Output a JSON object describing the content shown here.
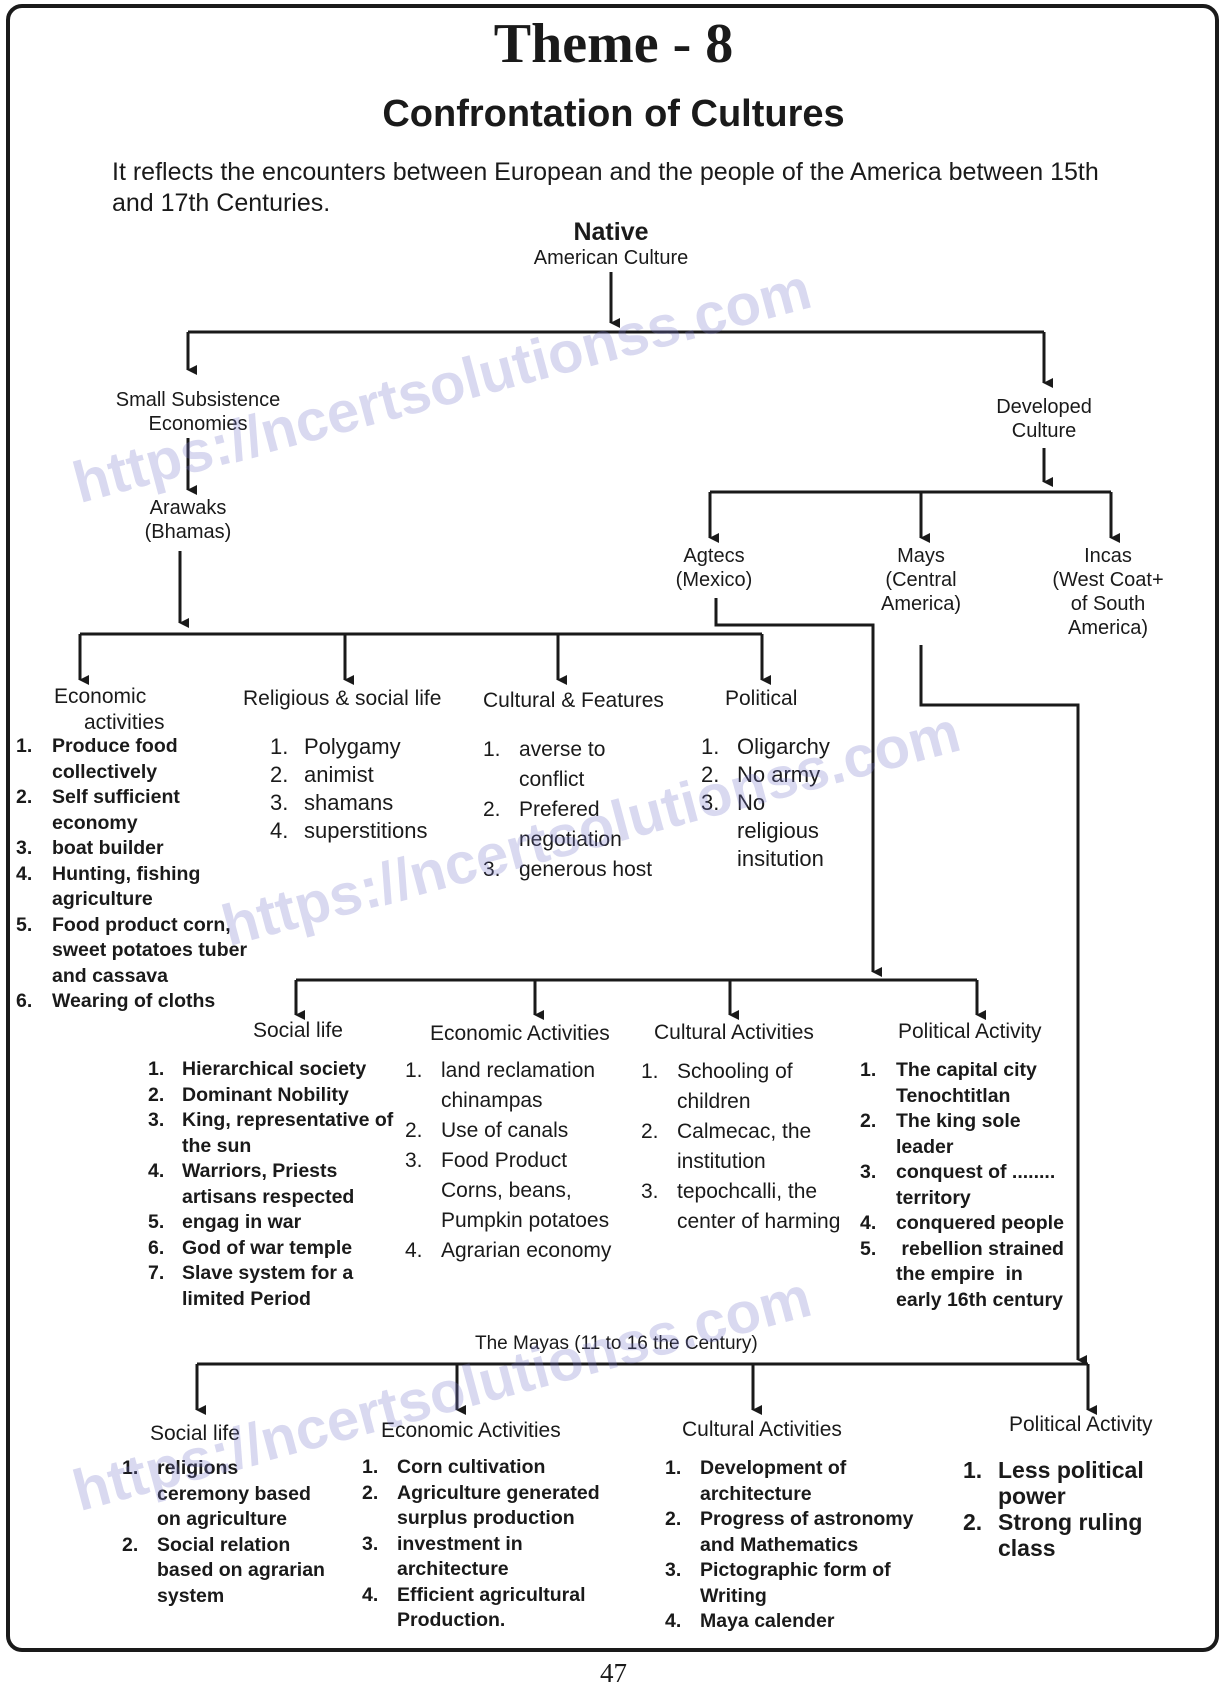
{
  "header": {
    "theme": "Theme - 8",
    "title": "Confrontation of Cultures",
    "intro_line1": "It reflects the encounters between European and the people of the America between 15th",
    "intro_line2": "and 17th Centuries."
  },
  "watermark": "https://ncertsolutionss.com",
  "root": {
    "line1": "Native",
    "line2": "American Culture"
  },
  "small": {
    "line1": "Small Subsistence",
    "line2": "Economies"
  },
  "developed": {
    "line1": "Developed",
    "line2": "Culture"
  },
  "arawaks": {
    "line1": "Arawaks",
    "line2": "(Bhamas)"
  },
  "aztecs": {
    "line1": "Agtecs",
    "line2": "(Mexico)"
  },
  "mayas": {
    "line1": "Mays",
    "line2": "(Central",
    "line3": "America)"
  },
  "incas": {
    "line1": "Incas",
    "line2": "(West Coat+",
    "line3": "of South",
    "line4": "America)"
  },
  "arawak_cols": {
    "economic": {
      "heading1": "Economic",
      "heading2": "activities",
      "items": [
        {
          "num": "1.",
          "l1": "Produce food",
          "l2": "collectively"
        },
        {
          "num": "2.",
          "l1": "Self sufficient",
          "l2": "economy"
        },
        {
          "num": "3.",
          "l1": "boat builder"
        },
        {
          "num": "4.",
          "l1": "Hunting, fishing",
          "l2": "agriculture"
        },
        {
          "num": "5.",
          "l1": "Food product corn,",
          "l2": "sweet potatoes tuber",
          "l3": "and cassava"
        },
        {
          "num": "6.",
          "l1": "Wearing of cloths"
        }
      ]
    },
    "religious": {
      "heading": "Religious & social  life",
      "items": [
        {
          "num": "1.",
          "l1": "Polygamy"
        },
        {
          "num": "2.",
          "l1": "animist"
        },
        {
          "num": "3.",
          "l1": "shamans"
        },
        {
          "num": "4.",
          "l1": "superstitions"
        }
      ]
    },
    "cultural": {
      "heading": "Cultural & Features",
      "items": [
        {
          "num": "1.",
          "l1": "averse to",
          "l2": "conflict"
        },
        {
          "num": "2.",
          "l1": "Prefered",
          "l2": "negotiation"
        },
        {
          "num": "3.",
          "l1": "generous host"
        }
      ]
    },
    "political": {
      "heading": "Political",
      "items": [
        {
          "num": "1.",
          "l1": "Oligarchy"
        },
        {
          "num": "2.",
          "l1": "No army"
        },
        {
          "num": "3.",
          "l1": "No",
          "l2": "religious",
          "l3": "insitution"
        }
      ]
    }
  },
  "aztec_cols": {
    "social": {
      "heading": "Social life",
      "items": [
        {
          "num": "1.",
          "l1": "Hierarchical society"
        },
        {
          "num": "2.",
          "l1": "Dominant Nobility"
        },
        {
          "num": "3.",
          "l1": "King, representative of",
          "l2": "the sun"
        },
        {
          "num": "4.",
          "l1": "Warriors, Priests",
          "l2": "artisans respected"
        },
        {
          "num": "5.",
          "l1": "engag in war"
        },
        {
          "num": "6.",
          "l1": "God of war temple"
        },
        {
          "num": "7.",
          "l1": "Slave system for a",
          "l2": "limited Period"
        }
      ]
    },
    "economic": {
      "heading": "Economic Activities",
      "items": [
        {
          "num": "1.",
          "l1": "land reclamation",
          "l2": "chinampas"
        },
        {
          "num": "2.",
          "l1": "Use of canals"
        },
        {
          "num": "3.",
          "l1": "Food Product",
          "l2": "Corns, beans,",
          "l3": "Pumpkin potatoes"
        },
        {
          "num": "4.",
          "l1": "Agrarian economy"
        }
      ]
    },
    "cultural": {
      "heading": "Cultural Activities",
      "items": [
        {
          "num": "1.",
          "l1": "Schooling of",
          "l2": "children"
        },
        {
          "num": "2.",
          "l1": "Calmecac, the",
          "l2": "institution"
        },
        {
          "num": "3.",
          "l1": "tepochcalli, the",
          "l2": "center of harming"
        }
      ]
    },
    "political": {
      "heading": "Political Activity",
      "items": [
        {
          "num": "1.",
          "l1": "The capital city",
          "l2": "Tenochtitlan"
        },
        {
          "num": "2.",
          "l1": "The king sole",
          "l2": "leader"
        },
        {
          "num": "3.",
          "l1": "conquest of ........",
          "l2": "territory"
        },
        {
          "num": "4.",
          "l1": "conquered people"
        },
        {
          "num": "5.",
          "l1": " rebellion strained",
          "l2": "the empire  in",
          "l3": "early 16th century"
        }
      ]
    }
  },
  "maya_section": "The Mayas (11 to 16 the Century)",
  "maya_cols": {
    "social": {
      "heading": "Social life",
      "items": [
        {
          "num": "1.",
          "l1": "religions",
          "l2": "ceremony based",
          "l3": "on agriculture"
        },
        {
          "num": "2.",
          "l1": "Social relation",
          "l2": "based on agrarian",
          "l3": "system"
        }
      ]
    },
    "economic": {
      "heading": "Economic Activities",
      "items": [
        {
          "num": "1.",
          "l1": "Corn cultivation"
        },
        {
          "num": "2.",
          "l1": "Agriculture generated",
          "l2": "surplus production"
        },
        {
          "num": "3.",
          "l1": "investment in",
          "l2": "architecture"
        },
        {
          "num": "4.",
          "l1": "Efficient agricultural",
          "l2": "Production."
        }
      ]
    },
    "cultural": {
      "heading": "Cultural Activities",
      "items": [
        {
          "num": "1.",
          "l1": "Development of",
          "l2": "architecture"
        },
        {
          "num": "2.",
          "l1": "Progress of astronomy",
          "l2": "and Mathematics"
        },
        {
          "num": "3.",
          "l1": "Pictographic form of",
          "l2": "Writing"
        },
        {
          "num": "4.",
          "l1": "Maya calender"
        }
      ]
    },
    "political": {
      "heading": "Political Activity",
      "items": [
        {
          "num": "1.",
          "l1": "Less political",
          "l2": "power"
        },
        {
          "num": "2.",
          "l1": "Strong ruling",
          "l2": "class"
        }
      ]
    }
  },
  "page_number": "47"
}
